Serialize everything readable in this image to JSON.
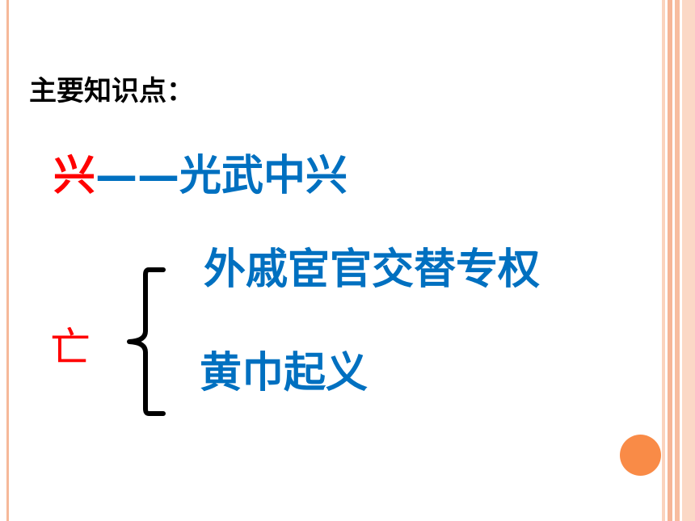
{
  "slide": {
    "heading": "主要知识点：",
    "rise": {
      "char": "兴",
      "dash": "——",
      "text": "光武中兴"
    },
    "fall": {
      "char": "亡",
      "items": [
        "外戚宦官交替专权",
        "黄巾起义"
      ]
    }
  },
  "colors": {
    "red": "#ff0000",
    "blue": "#0070c0",
    "accent_orange": "#f98b47",
    "border_peach": "#f6b99a"
  }
}
